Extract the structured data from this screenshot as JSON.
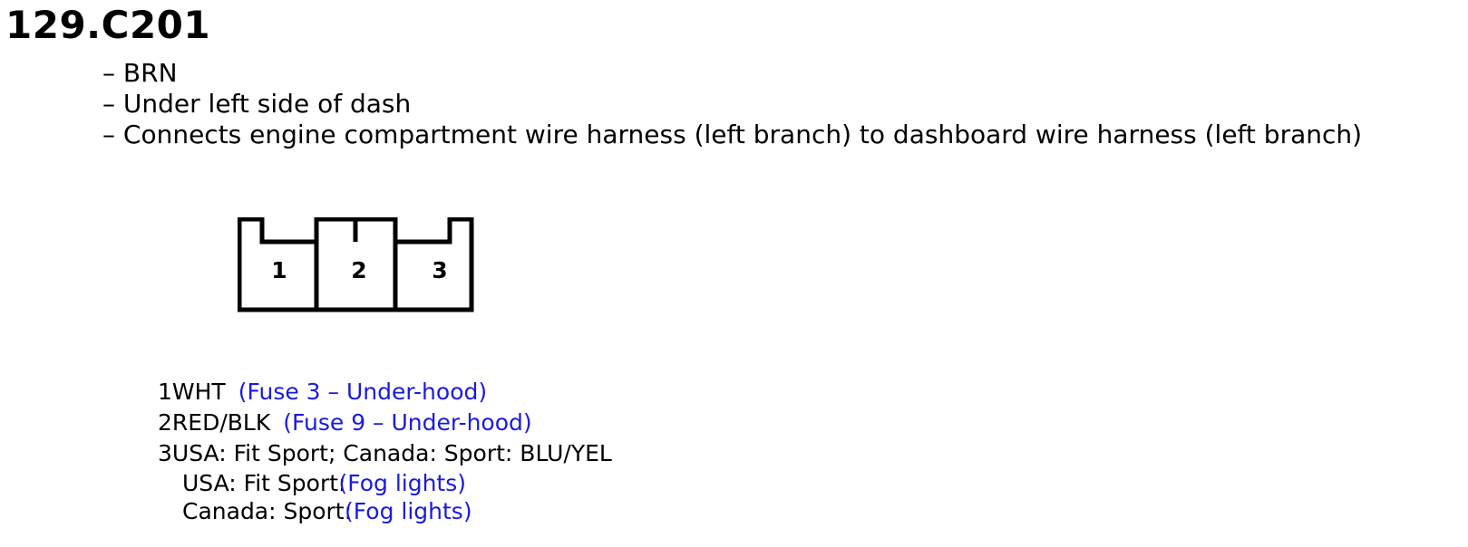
{
  "title": "129.C201",
  "description": [
    "– BRN",
    "– Under left side of dash",
    "– Connects engine compartment wire harness (left branch) to dashboard wire harness (left branch)"
  ],
  "connector": {
    "pins": [
      "1",
      "2",
      "3"
    ]
  },
  "pinouts": [
    {
      "pin": "1",
      "wire": "WHT",
      "circuit": "(Fuse 3 – Under-hood)"
    },
    {
      "pin": "2",
      "wire": "RED/BLK",
      "circuit": "(Fuse 9 – Under-hood)"
    },
    {
      "pin": "3",
      "wire": "USA: Fit Sport; Canada: Sport: BLU/YEL",
      "variants": [
        {
          "model": "USA: Fit Sport:",
          "circuit": "(Fog lights)"
        },
        {
          "model": "Canada: Sport:",
          "circuit": "(Fog lights)"
        }
      ]
    }
  ],
  "colors": {
    "text": "#000000",
    "link": "#1a1adf",
    "background": "#ffffff"
  }
}
